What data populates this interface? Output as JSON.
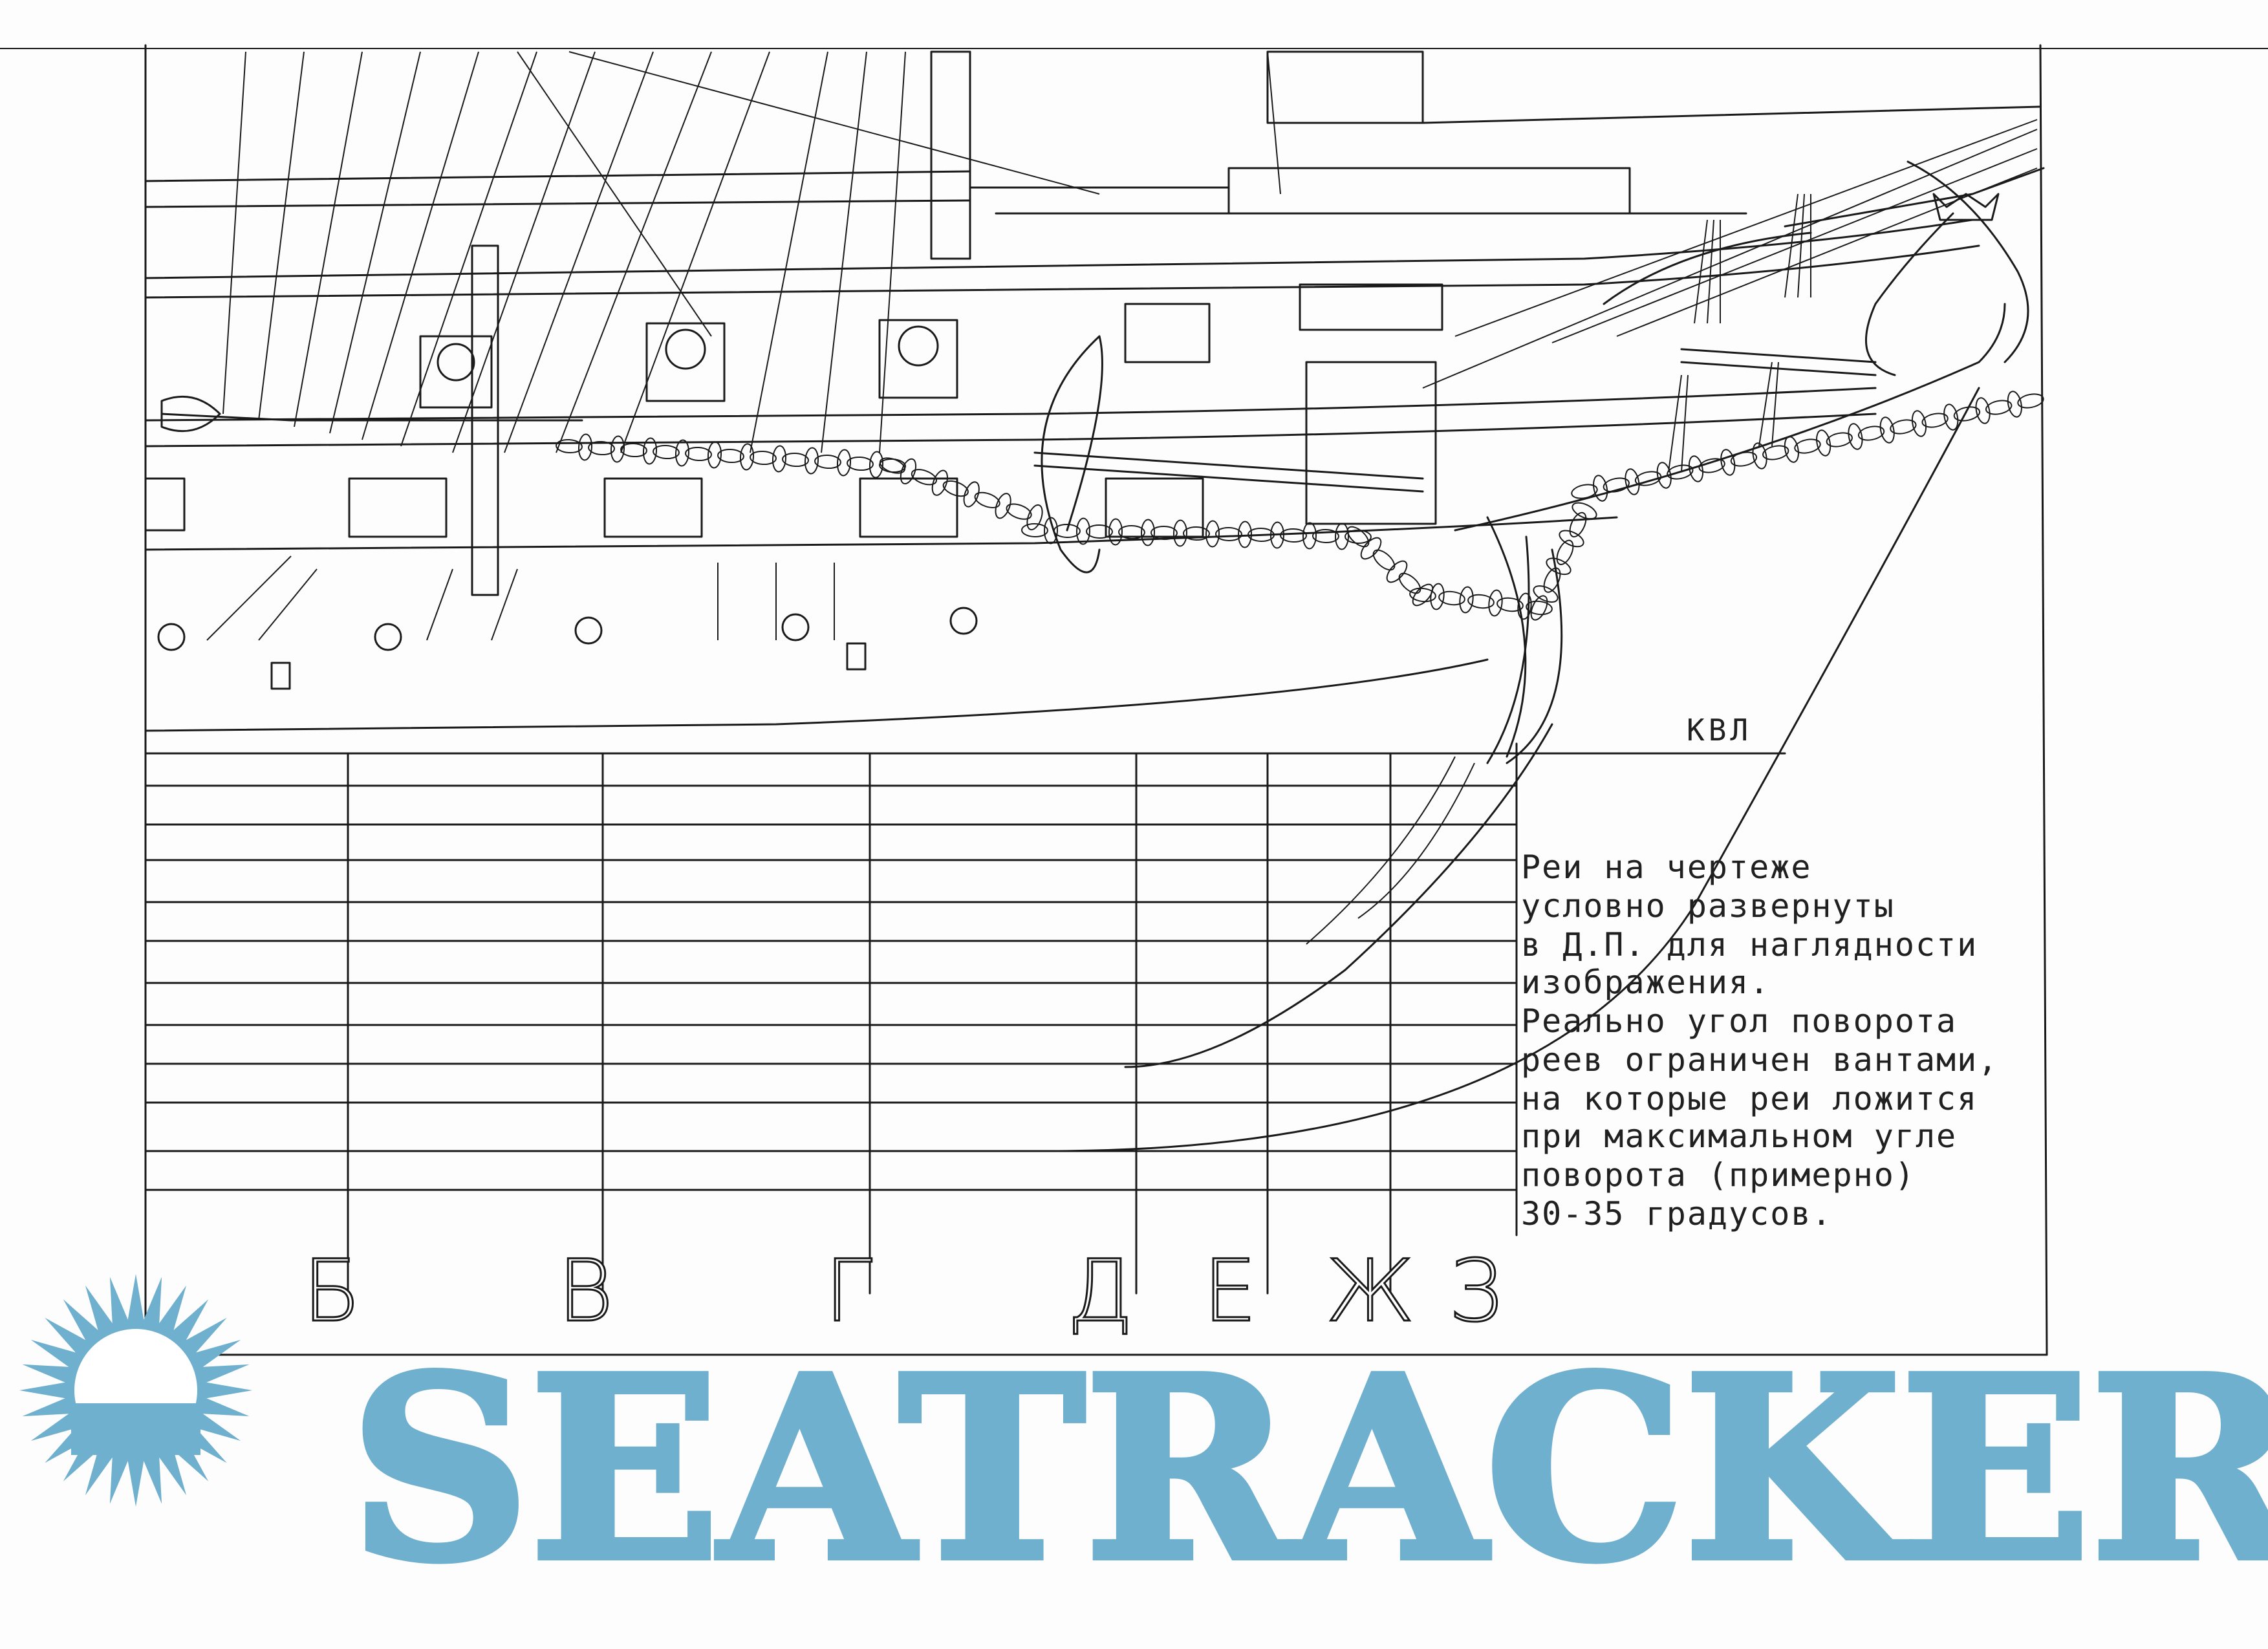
{
  "waterline_label": "КВЛ",
  "note_lines": [
    "Реи на чертеже",
    "условно развернуты",
    "в Д.П. для наглядности",
    "изображения.",
    "Реально угол поворота",
    "реев ограничен вантами,",
    "на которые реи ложится",
    "при максимальном угле",
    "поворота (примерно)",
    "30-35 градусов."
  ],
  "station_labels": [
    "Б",
    "В",
    "Г",
    "Д",
    "Е",
    "Ж",
    "З"
  ],
  "watermark": {
    "text": "SEATRACKER.RU",
    "color": "#6fb0cf",
    "icon": "sun-icon"
  },
  "colors": {
    "ink": "#1a1a1a",
    "paper": "#fdfdfd",
    "brand": "#6fb0cf"
  }
}
